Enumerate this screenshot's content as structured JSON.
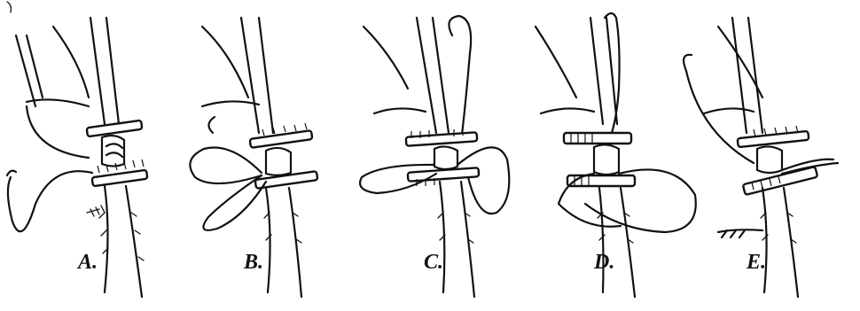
{
  "figure": {
    "panels": [
      {
        "label": "A."
      },
      {
        "label": "B."
      },
      {
        "label": "C."
      },
      {
        "label": "D."
      },
      {
        "label": "E."
      }
    ]
  }
}
